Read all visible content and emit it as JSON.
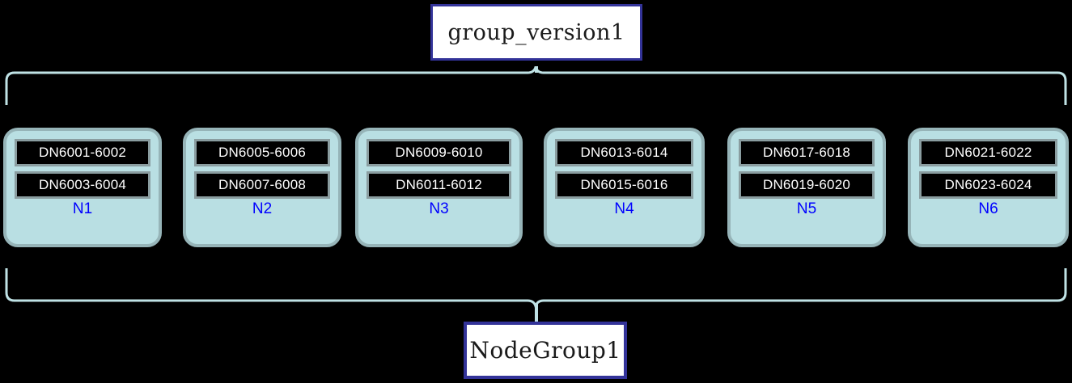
{
  "diagram": {
    "top_label": "group_version1",
    "bottom_label": "NodeGroup1",
    "colors": {
      "background": "#000000",
      "title_border": "#333399",
      "title_fill": "#ffffff",
      "node_fill": "#b9dfe3",
      "node_border": "#96b4b8",
      "dn_fill": "#000000",
      "dn_border": "#8a9da0",
      "dn_text": "#ffffff",
      "node_label_text": "#0000ff",
      "brace_stroke": "#bfe2e5"
    },
    "nodes": [
      {
        "label": "N1",
        "datanodes": [
          "DN6001-6002",
          "DN6003-6004"
        ]
      },
      {
        "label": "N2",
        "datanodes": [
          "DN6005-6006",
          "DN6007-6008"
        ]
      },
      {
        "label": "N3",
        "datanodes": [
          "DN6009-6010",
          "DN6011-6012"
        ]
      },
      {
        "label": "N4",
        "datanodes": [
          "DN6013-6014",
          "DN6015-6016"
        ]
      },
      {
        "label": "N5",
        "datanodes": [
          "DN6017-6018",
          "DN6019-6020"
        ]
      },
      {
        "label": "N6",
        "datanodes": [
          "DN6021-6022",
          "DN6023-6024"
        ]
      }
    ]
  }
}
